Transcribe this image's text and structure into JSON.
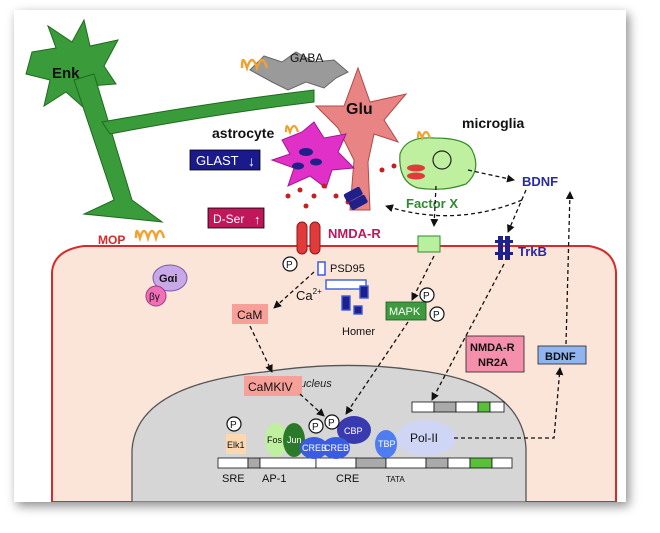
{
  "labels": {
    "enk": "Enk",
    "gaba": "GABA",
    "glu": "Glu",
    "astrocyte": "astrocyte",
    "microglia": "microglia",
    "glast": "GLAST",
    "glast_arrow": "↓",
    "dser": "D-Ser",
    "dser_arrow": "↑",
    "nmdar": "NMDA-R",
    "factor_x": "Factor X",
    "bdnf_top": "BDNF",
    "trkb": "TrkB",
    "mop": "MOP",
    "g_alpha": "Gαi",
    "g_betagamma": "βγ",
    "psd95": "PSD95",
    "ca": "Ca",
    "ca_sup": "2+",
    "homer": "Homer",
    "cam": "CaM",
    "mapk": "MAPK",
    "camkiv": "CaMKIV",
    "nucleus": "Nucleus",
    "nmdar_nr2a_1": "NMDA-R",
    "nmdar_nr2a_2": "NR2A",
    "bdnf_box": "BDNF",
    "elk1": "Elk1",
    "fos": "Fos",
    "jun": "Jun",
    "creb1": "CREB",
    "creb2": "CREB",
    "cbp": "CBP",
    "tbp": "TBP",
    "pol2": "Pol-II",
    "sre": "SRE",
    "ap1": "AP-1",
    "cre": "CRE",
    "tata": "TATA",
    "p": "P"
  },
  "colors": {
    "enk_neuron": "#3a9b3a",
    "gaba_neuron": "#9a9a9a",
    "glu_neuron": "#e98484",
    "astrocyte": "#e030c8",
    "microglia": "#bff0a0",
    "receptor": "#f2a030",
    "glast_box": "#1a1a8c",
    "dser_box": "#c0165a",
    "nmdar": "#e03a3a",
    "factor_x": "#2d8a2d",
    "bdnf_text": "#2a2aa8",
    "membrane": "#d82a2a",
    "cytoplasm": "#fbe4d8",
    "nucleus": "#d6d6d6",
    "cam_box": "#f7a09a",
    "mapk_box": "#3f9a3f",
    "camkiv_box": "#f7a09a",
    "nmdar_nr2a_box": "#f490ac",
    "bdnf_box": "#8fb4f0",
    "creb": "#3a5ce0",
    "cbp": "#3a3ab0",
    "tbp": "#4f7cf0",
    "pol2": "#cfd6f5"
  }
}
